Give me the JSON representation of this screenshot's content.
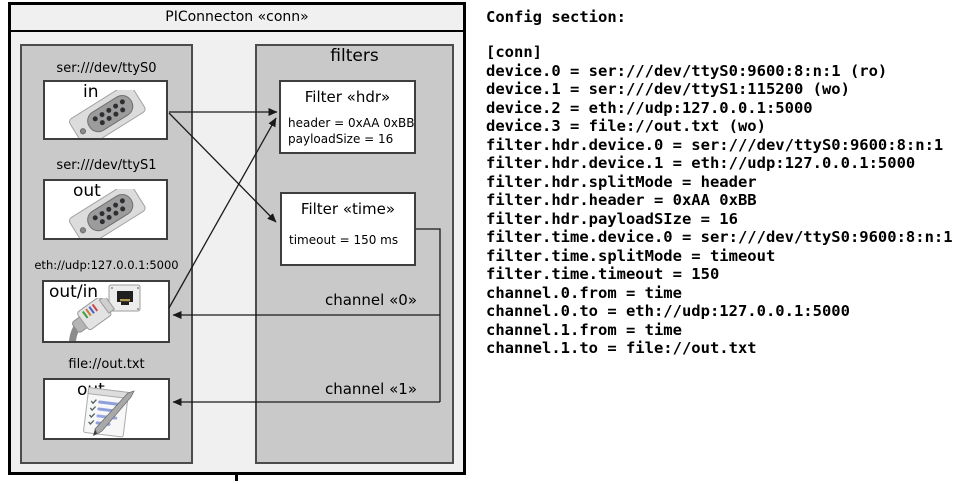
{
  "colors": {
    "panel_gray": "#c9c9c9",
    "box_background": "#f0f0f0",
    "line_black": "#1a1a1a"
  },
  "diagram": {
    "title": "PIConnecton «conn»",
    "devices_panel": {
      "devices": [
        {
          "label": "ser:///dev/ttyS0",
          "mode": "in",
          "icon": "serial-port"
        },
        {
          "label": "ser:///dev/ttyS1",
          "mode": "out",
          "icon": "serial-port"
        },
        {
          "label": "eth://udp:127.0.0.1:5000",
          "mode": "out/in",
          "icon": "ethernet-jack-and-plug"
        },
        {
          "label": "file://out.txt",
          "mode": "out",
          "icon": "text-file-with-pen"
        }
      ]
    },
    "filters_panel": {
      "title": "filters",
      "filters": [
        {
          "title": "Filter «hdr»",
          "props": [
            "header = 0xAA 0xBB",
            "payloadSize = 16"
          ]
        },
        {
          "title": "Filter «time»",
          "props": [
            "timeout = 150 ms"
          ]
        }
      ]
    },
    "channels": [
      {
        "label": "channel «0»"
      },
      {
        "label": "channel «1»"
      }
    ]
  },
  "config": {
    "title": "Config section:",
    "body": "[conn]\ndevice.0 = ser:///dev/ttyS0:9600:8:n:1 (ro)\ndevice.1 = ser:///dev/ttyS1:115200 (wo)\ndevice.2 = eth://udp:127.0.0.1:5000\ndevice.3 = file://out.txt (wo)\nfilter.hdr.device.0 = ser:///dev/ttyS0:9600:8:n:1\nfilter.hdr.device.1 = eth://udp:127.0.0.1:5000\nfilter.hdr.splitMode = header\nfilter.hdr.header = 0xAA 0xBB\nfilter.hdr.payloadSIze = 16\nfilter.time.device.0 = ser:///dev/ttyS0:9600:8:n:1\nfilter.time.splitMode = timeout\nfilter.time.timeout = 150\nchannel.0.from = time\nchannel.0.to = eth://udp:127.0.0.1:5000\nchannel.1.from = time\nchannel.1.to = file://out.txt"
  }
}
